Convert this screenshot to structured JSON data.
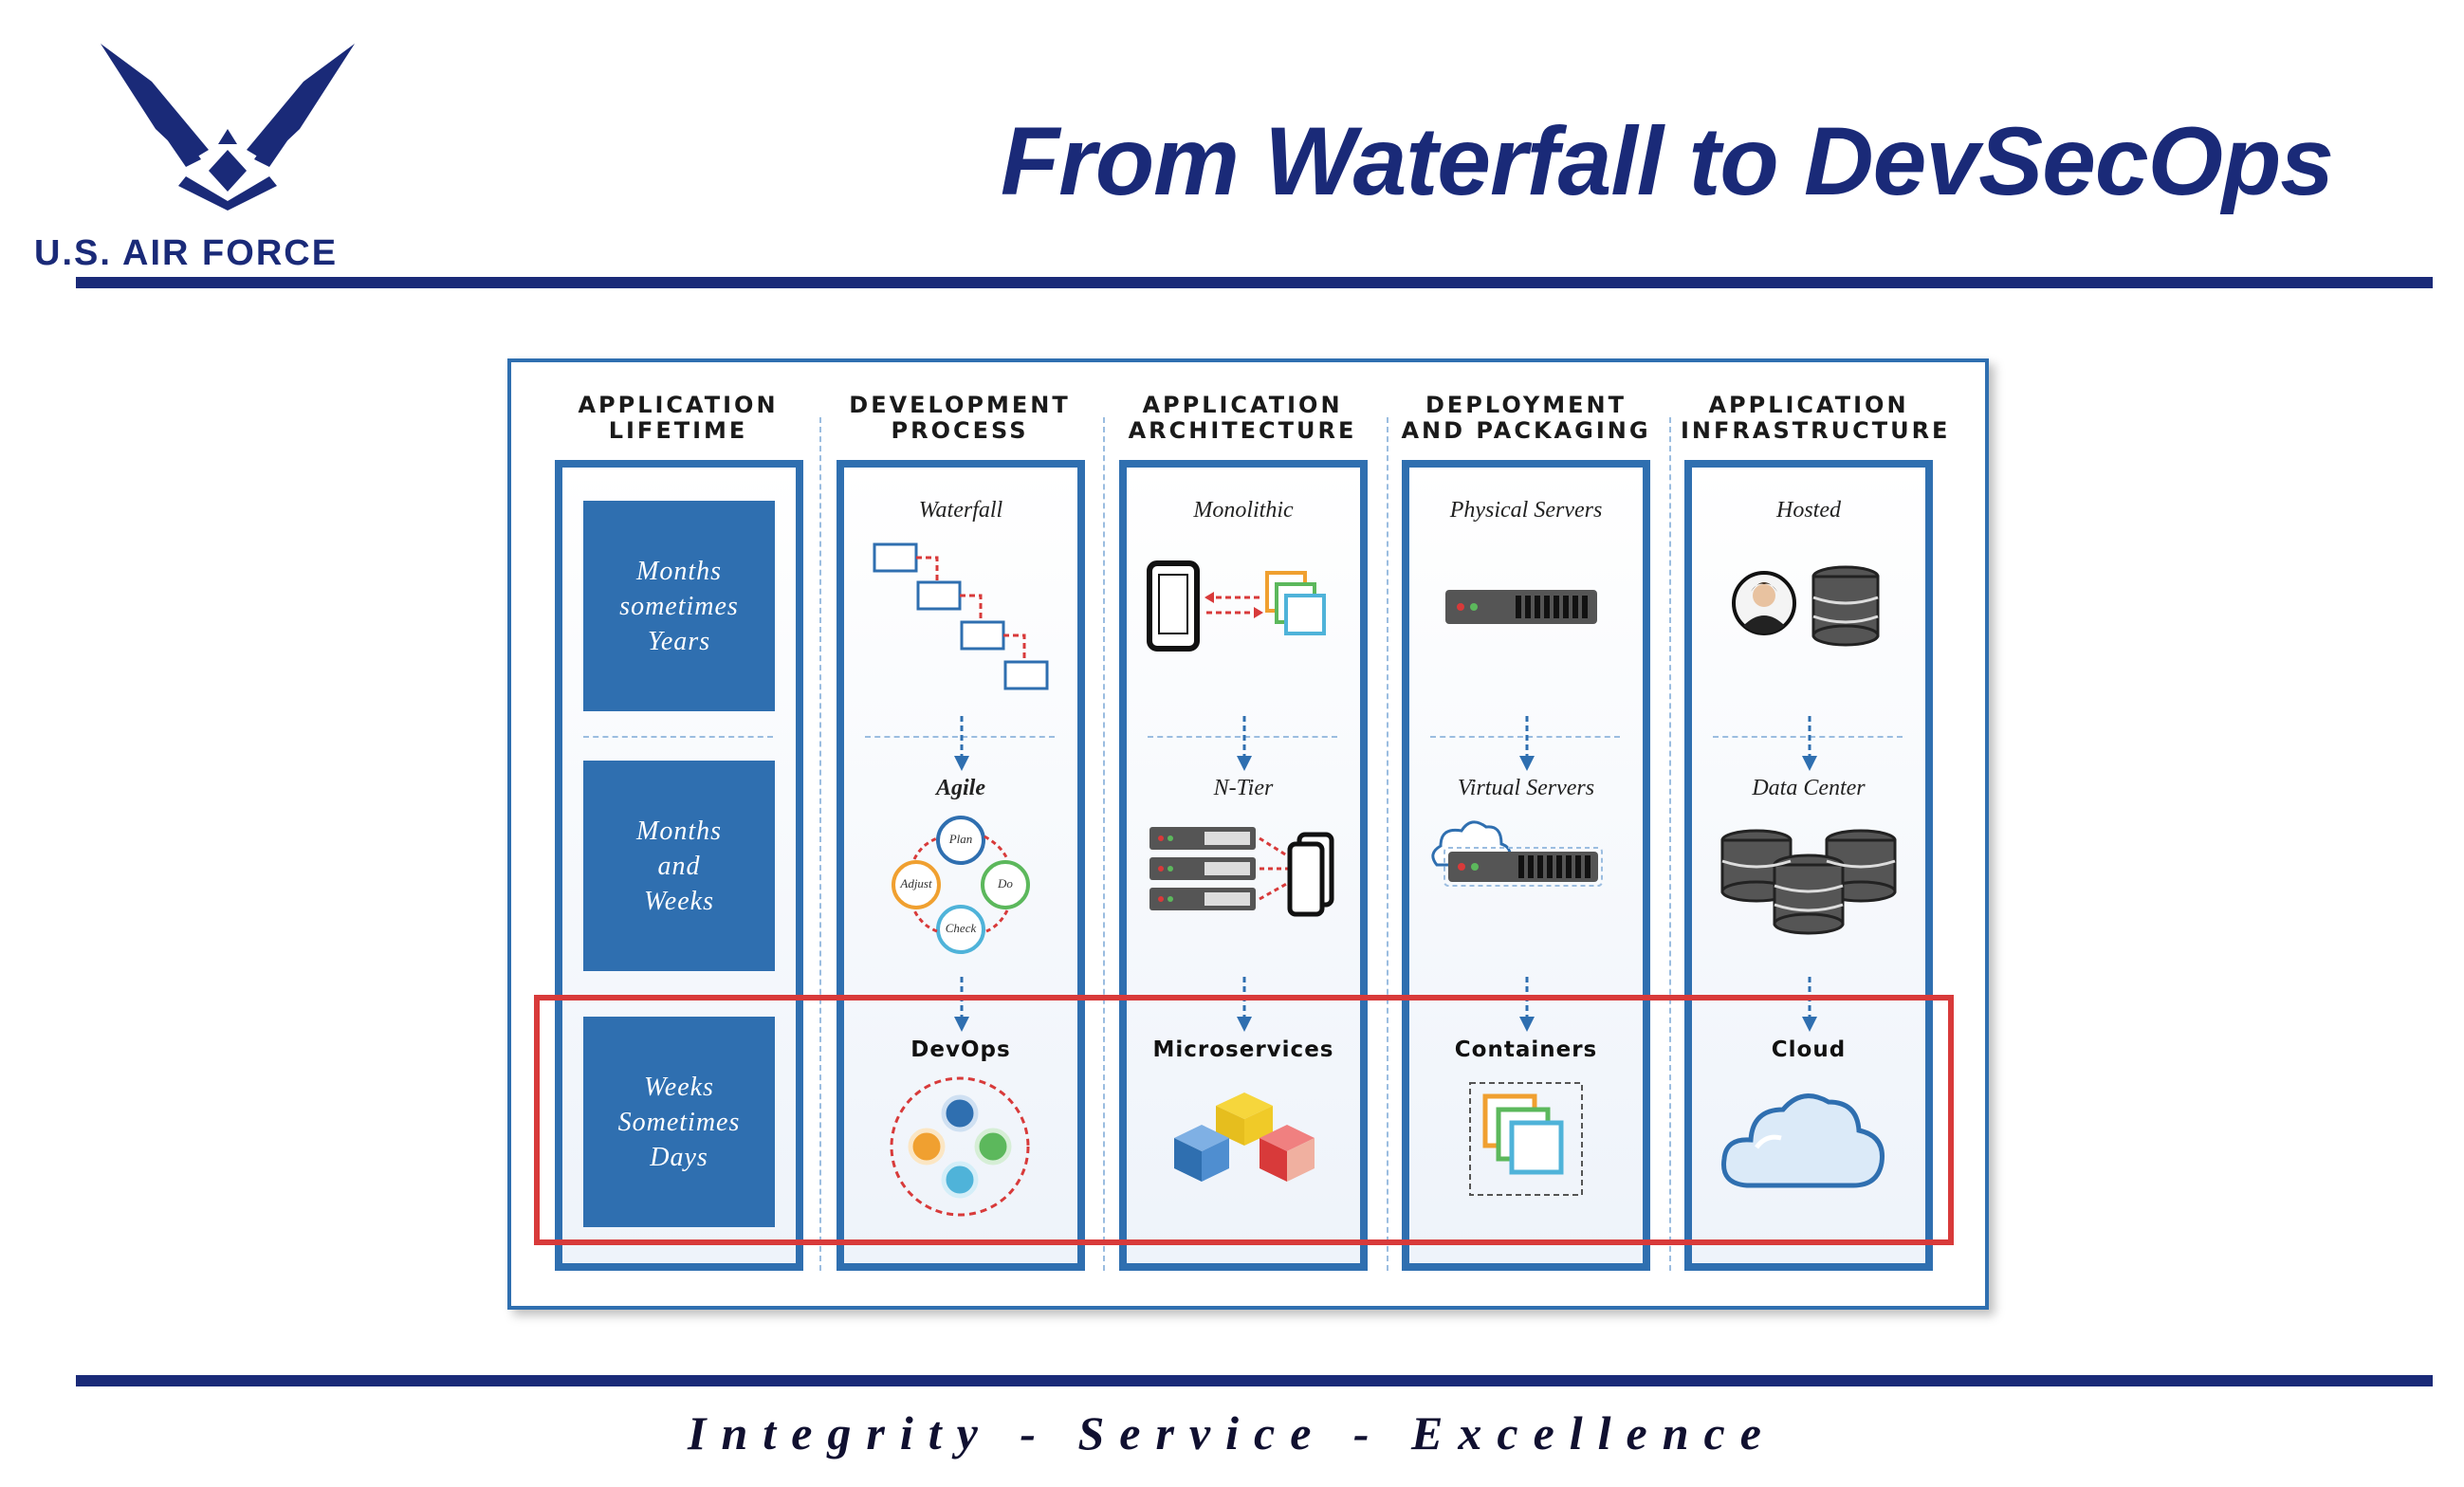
{
  "header": {
    "title": "From Waterfall to DevSecOps",
    "logo_text": "U.S. AIR FORCE"
  },
  "footer": {
    "motto": "Integrity - Service - Excellence"
  },
  "diagram": {
    "columns": [
      {
        "heading": "APPLICATION\nLIFETIME"
      },
      {
        "heading": "DEVELOPMENT\nPROCESS"
      },
      {
        "heading": "APPLICATION\nARCHITECTURE"
      },
      {
        "heading": "DEPLOYMENT\nAND PACKAGING"
      },
      {
        "heading": "APPLICATION\nINFRASTRUCTURE"
      }
    ],
    "lifetime": [
      "Months\nsometimes\nYears",
      "Months\nand\nWeeks",
      "Weeks\nSometimes\nDays"
    ],
    "development": {
      "row1": "Waterfall",
      "row2": "Agile",
      "row3": "DevOps",
      "agile_steps": {
        "plan": "Plan",
        "do": "Do",
        "check": "Check",
        "adjust": "Adjust"
      }
    },
    "architecture": {
      "row1": "Monolithic",
      "row2": "N-Tier",
      "row3": "Microservices"
    },
    "deployment": {
      "row1": "Physical Servers",
      "row2": "Virtual Servers",
      "row3": "Containers"
    },
    "infrastructure": {
      "row1": "Hosted",
      "row2": "Data Center",
      "row3": "Cloud"
    }
  },
  "colors": {
    "primary_blue": "#1a2a78",
    "diagram_blue": "#2f6fb0",
    "highlight_red": "#d83a3a"
  }
}
